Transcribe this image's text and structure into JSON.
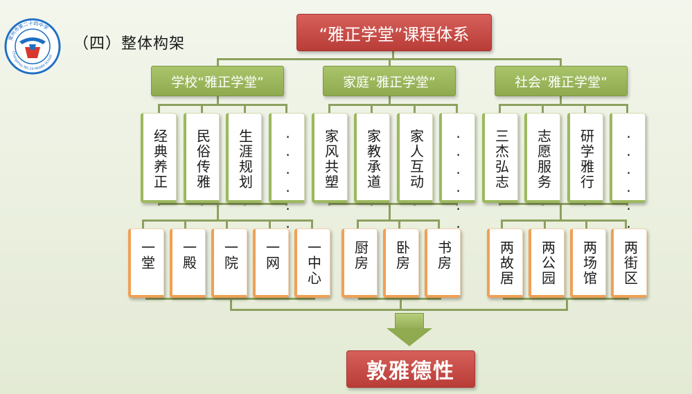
{
  "section_title": "（四）整体构架",
  "logo": {
    "text": "常州市第二十四中学",
    "text_en": "Changzhou NO.24 Middle School",
    "colors": [
      "#1e6fc4",
      "#d9362e"
    ]
  },
  "root": "“雅正学堂”课程体系",
  "branches": [
    {
      "title": "学校“雅正学堂”",
      "courses": [
        "经典养正",
        "民俗传雅",
        "生涯规划",
        "······"
      ],
      "places": [
        "一堂",
        "一殿",
        "一院",
        "一网",
        "一中心"
      ]
    },
    {
      "title": "家庭“雅正学堂”",
      "courses": [
        "家风共塑",
        "家教承道",
        "家人互动",
        "······"
      ],
      "places": [
        "厨房",
        "卧房",
        "书房"
      ]
    },
    {
      "title": "社会“雅正学堂”",
      "courses": [
        "三杰弘志",
        "志愿服务",
        "研学雅行",
        "······"
      ],
      "places": [
        "两故居",
        "两公园",
        "两场馆",
        "两街区"
      ]
    }
  ],
  "result": "敦雅德性",
  "colors": {
    "red": "#c1443f",
    "green": "#9cb85e",
    "orange": "#f0a056"
  }
}
